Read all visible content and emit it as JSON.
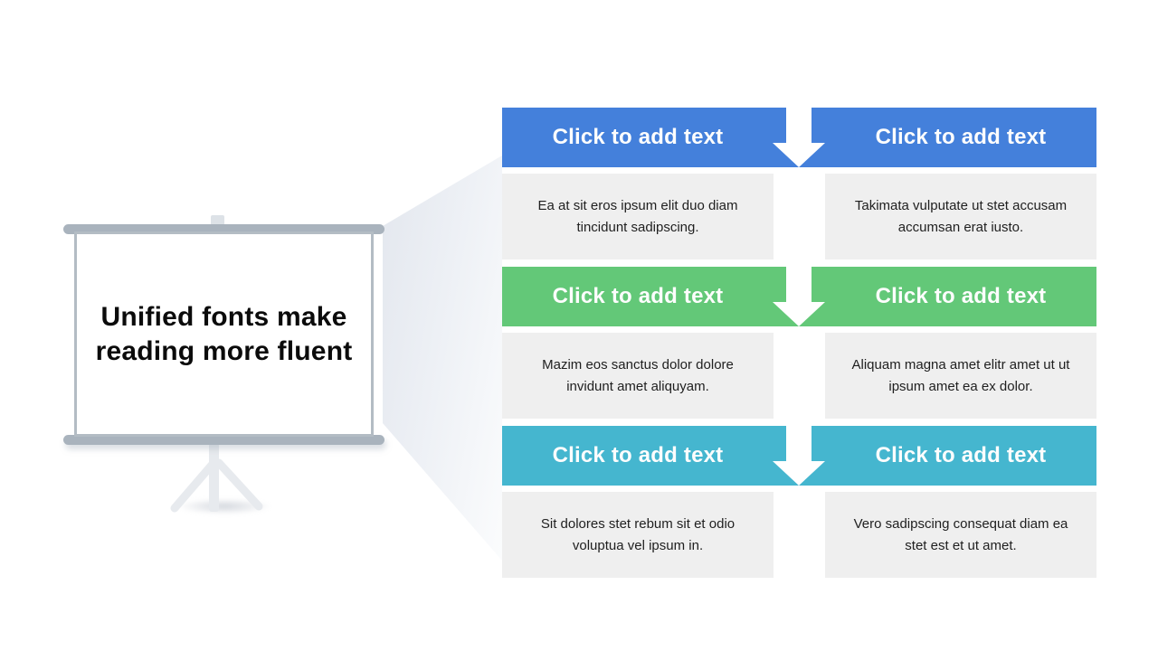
{
  "slide": {
    "title_lines": [
      "Unified fonts make",
      "reading more fluent"
    ],
    "header_placeholder": "Click to add text",
    "rows": [
      {
        "color": "#4480db",
        "left_header": "Click to add text",
        "right_header": "Click to add text",
        "left_body": "Ea at sit eros ipsum elit duo diam tincidunt sadipscing.",
        "right_body": "Takimata vulputate ut stet accusam accumsan erat iusto."
      },
      {
        "color": "#63c878",
        "left_header": "Click to add text",
        "right_header": "Click to add text",
        "left_body": "Mazim eos sanctus dolor dolore invidunt amet aliquyam.",
        "right_body": "Aliquam magna amet elitr amet ut ut ipsum amet ea ex dolor."
      },
      {
        "color": "#45b6cf",
        "left_header": "Click to add text",
        "right_header": "Click to add text",
        "left_body": "Sit dolores stet rebum sit et odio voluptua vel ipsum in.",
        "right_body": "Vero sadipscing consequat diam ea stet est et ut amet."
      }
    ],
    "colors": {
      "row1_accent": "#4480db",
      "row2_accent": "#63c878",
      "row3_accent": "#45b6cf",
      "body_box_bg": "#efefef",
      "screen_frame_gray": "#a9b3bd",
      "header_text": "#ffffff",
      "body_text": "#1f1f1f"
    }
  }
}
